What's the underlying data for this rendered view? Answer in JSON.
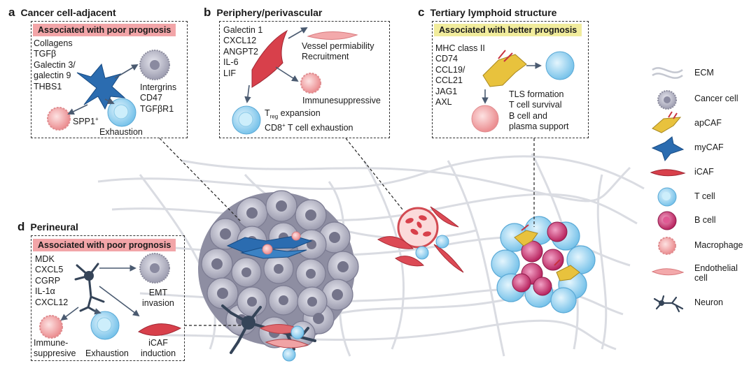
{
  "panels": {
    "a": {
      "letter": "a",
      "title": "Cancer cell-adjacent",
      "banner": "Associated with poor prognosis",
      "factors": [
        "Collagens",
        "TGFβ",
        "Galectin 3/",
        "galectin 9",
        "THBS1"
      ],
      "receptors": [
        "Intergrins",
        "CD47",
        "TGFβR1"
      ],
      "spp1": "SPP1",
      "spp1_sup": "+",
      "exhaustion": "Exhaustion"
    },
    "b": {
      "letter": "b",
      "title": "Periphery/perivascular",
      "factors": [
        "Galectin 1",
        "CXCL12",
        "ANGPT2",
        "IL-6",
        "LIF"
      ],
      "vessel": [
        "Vessel permiability",
        "Recruitment"
      ],
      "immunosuppressive": "Immunesuppressive",
      "treg_t": "T",
      "treg_sub": "reg",
      "treg_rest": " expansion",
      "cd8_pre": "CD8",
      "cd8_sup": "+",
      "cd8_rest": " T cell exhaustion"
    },
    "c": {
      "letter": "c",
      "title": "Tertiary lymphoid structure",
      "banner": "Associated with better prognosis",
      "factors": [
        "MHC class II",
        "CD74",
        "CCL19/",
        "CCL21",
        "JAG1",
        "AXL"
      ],
      "outcomes": [
        "TLS formation",
        "T cell survival",
        "B cell and",
        "plasma support"
      ]
    },
    "d": {
      "letter": "d",
      "title": "Perineural",
      "banner": "Associated with poor prognosis",
      "factors": [
        "MDK",
        "CXCL5",
        "CGRP",
        "IL-1α",
        "CXCL12"
      ],
      "emt": [
        "EMT",
        "invasion"
      ],
      "immune": [
        "Immune-",
        "suppresive"
      ],
      "exhaustion": "Exhaustion",
      "icaf": [
        "iCAF",
        "induction"
      ]
    }
  },
  "legend": [
    {
      "icon": "ecm-icon",
      "label": "ECM"
    },
    {
      "icon": "cancer-cell-icon",
      "label": "Cancer cell"
    },
    {
      "icon": "apcaf-icon",
      "label": "apCAF"
    },
    {
      "icon": "mycaf-icon",
      "label": "myCAF"
    },
    {
      "icon": "icaf-icon",
      "label": "iCAF"
    },
    {
      "icon": "t-cell-icon",
      "label": "T cell"
    },
    {
      "icon": "b-cell-icon",
      "label": "B cell"
    },
    {
      "icon": "macrophage-icon",
      "label": "Macrophage"
    },
    {
      "icon": "endothelial-cell-icon",
      "label": "Endothelial\ncell"
    },
    {
      "icon": "neuron-icon",
      "label": "Neuron"
    }
  ],
  "colors": {
    "poor_banner": "#f2a5a8",
    "better_banner": "#f1ec9c",
    "mycaf": "#2b6cb0",
    "icaf": "#d9414a",
    "apcaf": "#e8c23d",
    "t_cell": "#8fd0f0",
    "b_cell": "#c8326e",
    "cancer_cell": "#a9a9b8",
    "macrophage": "#f4a3a3",
    "neuron": "#3b4a5c"
  }
}
